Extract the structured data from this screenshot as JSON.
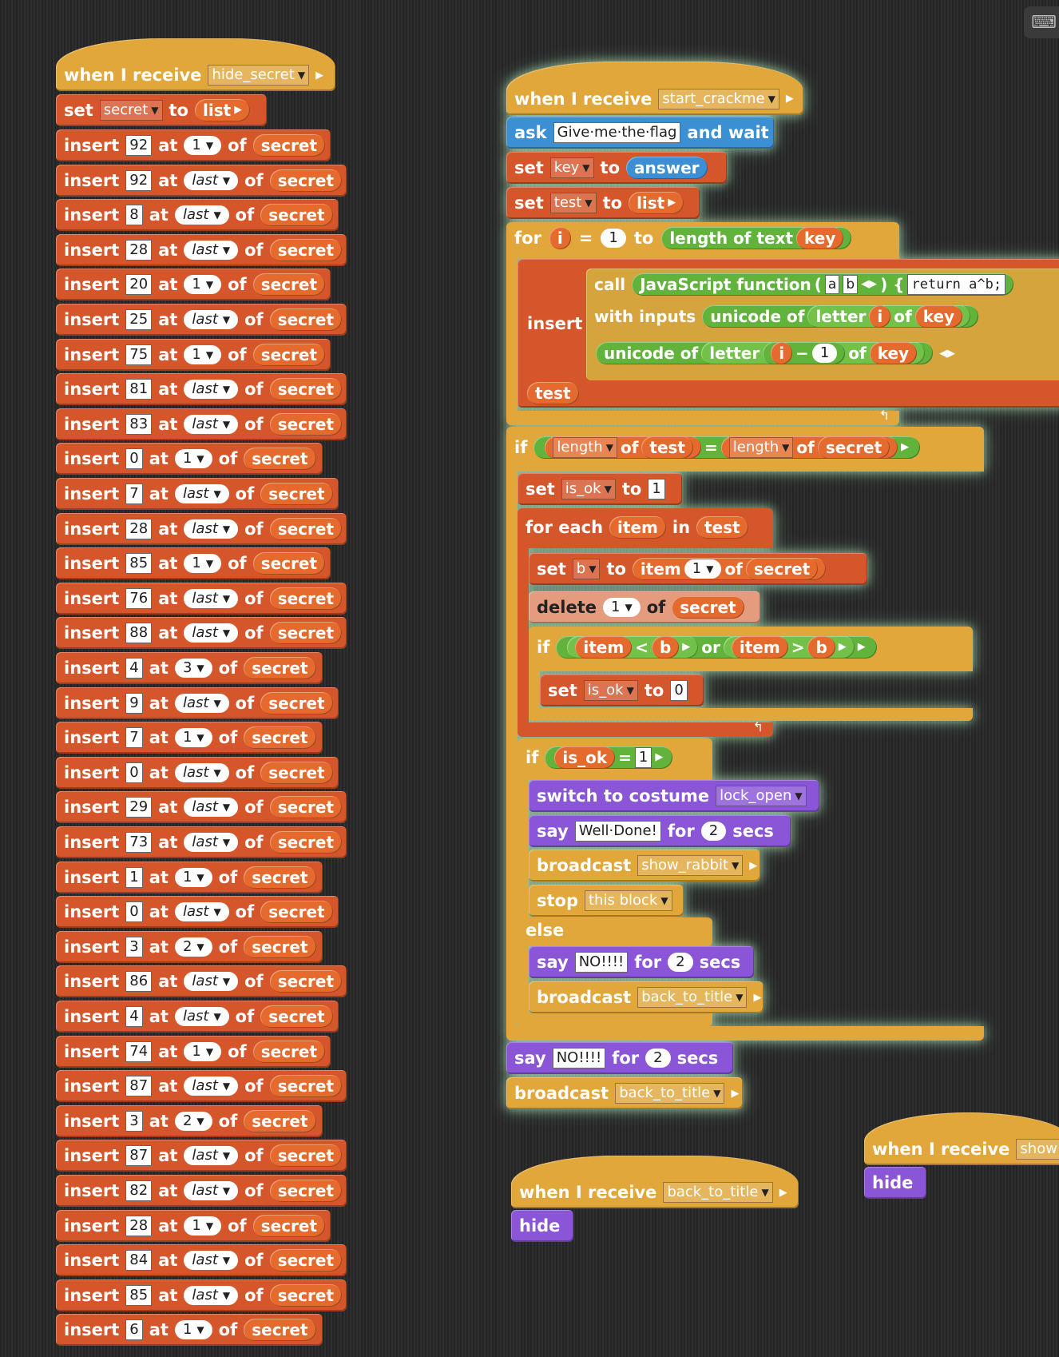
{
  "colors": {
    "list": "#d6562b",
    "control": "#e1a73b",
    "sensing": "#3d8fd4",
    "operators": "#62b33c",
    "looks": "#8a55d7"
  },
  "icons": {
    "keyboard": "keyboard-icon",
    "dropdown": "▾",
    "arrow_right": "▸",
    "arrows": "◂▸",
    "loop_arrow": "↰"
  },
  "hide_script": {
    "hat_when": "when I receive",
    "hat_msg": "hide_secret",
    "set": "set",
    "set_var": "secret",
    "to": "to",
    "list": "list",
    "insert": "insert",
    "at": "at",
    "of": "of",
    "secret": "secret",
    "inserts": [
      {
        "v": "92",
        "p": "1"
      },
      {
        "v": "92",
        "p": "last"
      },
      {
        "v": "8",
        "p": "last"
      },
      {
        "v": "28",
        "p": "last"
      },
      {
        "v": "20",
        "p": "1"
      },
      {
        "v": "25",
        "p": "last"
      },
      {
        "v": "75",
        "p": "1"
      },
      {
        "v": "81",
        "p": "last"
      },
      {
        "v": "83",
        "p": "last"
      },
      {
        "v": "0",
        "p": "1"
      },
      {
        "v": "7",
        "p": "last"
      },
      {
        "v": "28",
        "p": "last"
      },
      {
        "v": "85",
        "p": "1"
      },
      {
        "v": "76",
        "p": "last"
      },
      {
        "v": "88",
        "p": "last"
      },
      {
        "v": "4",
        "p": "3"
      },
      {
        "v": "9",
        "p": "last"
      },
      {
        "v": "7",
        "p": "1"
      },
      {
        "v": "0",
        "p": "last"
      },
      {
        "v": "29",
        "p": "last"
      },
      {
        "v": "73",
        "p": "last"
      },
      {
        "v": "1",
        "p": "1"
      },
      {
        "v": "0",
        "p": "last"
      },
      {
        "v": "3",
        "p": "2"
      },
      {
        "v": "86",
        "p": "last"
      },
      {
        "v": "4",
        "p": "last"
      },
      {
        "v": "74",
        "p": "1"
      },
      {
        "v": "87",
        "p": "last"
      },
      {
        "v": "3",
        "p": "2"
      },
      {
        "v": "87",
        "p": "last"
      },
      {
        "v": "82",
        "p": "last"
      },
      {
        "v": "28",
        "p": "1"
      },
      {
        "v": "84",
        "p": "last"
      },
      {
        "v": "85",
        "p": "last"
      },
      {
        "v": "6",
        "p": "1"
      }
    ]
  },
  "main": {
    "hat_when": "when I receive",
    "hat_msg": "start_crackme",
    "ask": "ask",
    "ask_text": "Give·me·the·flag",
    "and_wait": "and wait",
    "set": "set",
    "to": "to",
    "key": "key",
    "answer": "answer",
    "test": "test",
    "list": "list",
    "for": "for",
    "i": "i",
    "eq": "=",
    "one": "1",
    "length_of_text": "length of text",
    "insert": "insert",
    "call": "call",
    "js_function": "JavaScript function",
    "paren_open": "(",
    "param_a": "a",
    "param_b": "b",
    "paren_close": ") {",
    "js_code": "return a^b;",
    "with_inputs": "with inputs",
    "unicode_of": "unicode of",
    "letter": "letter",
    "of": "of",
    "minus": "−",
    "if": "if",
    "length": "length",
    "secret": "secret",
    "is_ok": "is_ok",
    "zero": "0",
    "for_each": "for each",
    "item": "item",
    "in": "in",
    "b": "b",
    "item_word": "item",
    "delete": "delete",
    "lt": "<",
    "gt": ">",
    "or": "or",
    "switch_to_costume": "switch to costume",
    "lock_open": "lock_open",
    "say": "say",
    "well_done": "Well·Done!",
    "for_word": "for",
    "two": "2",
    "secs": "secs",
    "broadcast": "broadcast",
    "show_rabbit": "show_rabbit",
    "stop": "stop",
    "this_block": "this block",
    "else": "else",
    "no": "NO!!!!",
    "back_to_title": "back_to_title"
  },
  "back_script": {
    "hat_when": "when I receive",
    "hat_msg": "back_to_title",
    "hide": "hide"
  },
  "show_script": {
    "hat_when": "when I receive",
    "hat_msg": "show",
    "hide": "hide"
  }
}
